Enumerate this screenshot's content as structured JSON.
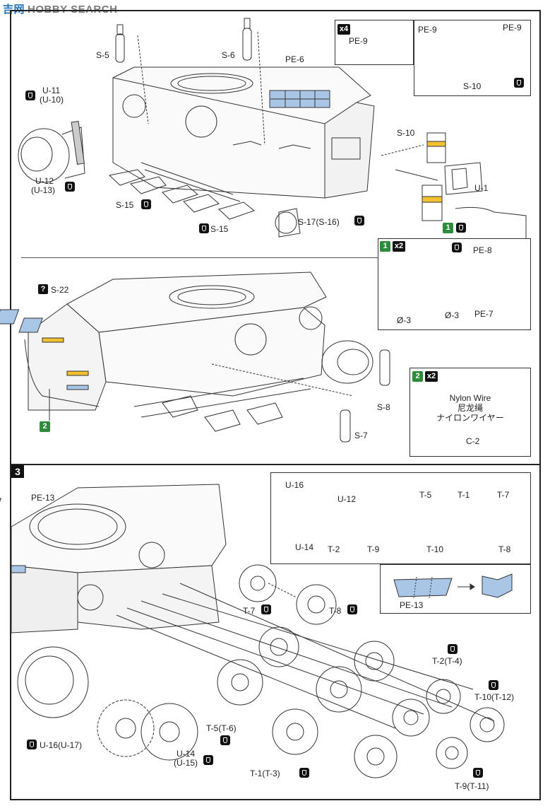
{
  "watermark": {
    "cn": "吉网",
    "en": "HOBBY SEARCH"
  },
  "step1": {
    "labels": {
      "s5": "S-5",
      "s6": "S-6",
      "pe6": "PE-6",
      "u11": "U-11",
      "u10": "(U-10)",
      "u12": "U-12",
      "u13": "(U-13)",
      "s10a": "S-10",
      "u1": "U-1",
      "s15a": "S-15",
      "s15b": "S-15",
      "s17": "S-17(S-16)",
      "one": "1"
    },
    "pe9_panel": {
      "count": "x4",
      "pe9": "PE-9"
    },
    "s10_panel": {
      "pe9a": "PE-9",
      "pe9b": "PE-9",
      "s10": "S-10"
    }
  },
  "step1_detail": {
    "badge": "1",
    "count": "x2",
    "pe8": "PE-8",
    "pe7": "PE-7",
    "o3a": "Ø-3",
    "o3b": "Ø-3"
  },
  "step2": {
    "s22": "S-22",
    "qmark": "?",
    "s8": "S-8",
    "s7": "S-7",
    "two": "2"
  },
  "nylon": {
    "badge": "2",
    "count": "x2",
    "line1": "Nylon Wire",
    "line2": "尼龙绳",
    "line3": "ナイロンワイヤー",
    "c2": "C-2"
  },
  "step3": {
    "num": "3",
    "pe13": "PE-13",
    "t7": "T-7",
    "t8": "T-8",
    "t2": "T-2(T-4)",
    "t10": "T-10(T-12)",
    "u16": "U-16(U-17)",
    "t5": "T-5(T-6)",
    "u14a": "U-14",
    "u14b": "(U-15)",
    "t1": "T-1(T-3)",
    "t9": "T-9(T-11)"
  },
  "wheel_panel": {
    "u16": "U-16",
    "u12": "U-12",
    "u14": "U-14",
    "t5": "T-5",
    "t1": "T-1",
    "t7": "T-7",
    "t2": "T-2",
    "t9": "T-9",
    "t10": "T-10",
    "t8": "T-8"
  },
  "pe13_panel": {
    "pe13": "PE-13"
  },
  "colors": {
    "pe_blue": "#a9c6e6",
    "tape_yellow": "#f2c230",
    "step_green": "#2f8a3a",
    "ink": "#222222"
  }
}
